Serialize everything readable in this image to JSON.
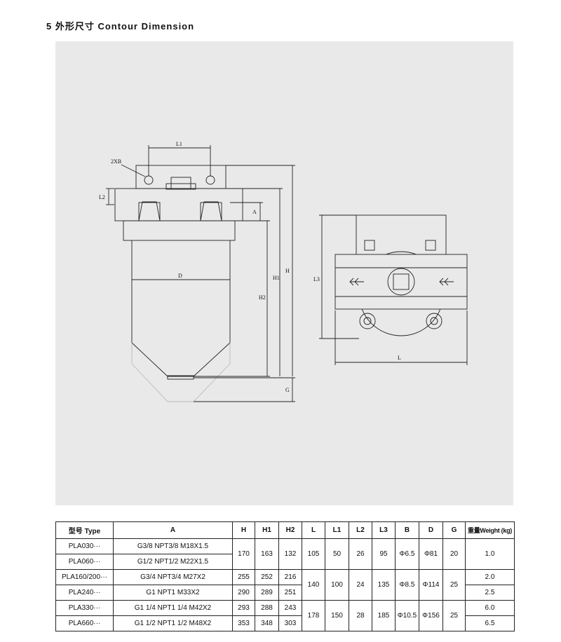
{
  "section_title": "5 外形尺寸 Contour Dimension",
  "drawing": {
    "front_labels": {
      "l1": "L1",
      "x2b": "2XB",
      "l2": "L2",
      "a": "A",
      "d": "D",
      "h2": "H2",
      "h1": "H1",
      "h": "H",
      "g": "G"
    },
    "side_labels": {
      "l3": "L3",
      "l": "L"
    }
  },
  "table": {
    "headers": [
      "型号 Type",
      "A",
      "H",
      "H1",
      "H2",
      "L",
      "L1",
      "L2",
      "L3",
      "B",
      "D",
      "G",
      "重量Weight (kg)"
    ],
    "types": [
      "PLA030···",
      "PLA060···",
      "PLA160/200···",
      "PLA240···",
      "PLA330···",
      "PLA660···"
    ],
    "a_values": [
      "G3/8  NPT3/8  M18X1.5",
      "G1/2  NPT1/2  M22X1.5",
      "G3/4  NPT3/4  M27X2",
      "G1    NPT1    M33X2",
      "G1 1/4  NPT1 1/4  M42X2",
      "G1 1/2  NPT1 1/2  M48X2"
    ],
    "h": [
      "170",
      "255",
      "290",
      "293",
      "353"
    ],
    "h1": [
      "163",
      "252",
      "289",
      "288",
      "348"
    ],
    "h2": [
      "132",
      "216",
      "251",
      "243",
      "303"
    ],
    "l": [
      "105",
      "140",
      "178"
    ],
    "l1": [
      "50",
      "100",
      "150"
    ],
    "l2": [
      "26",
      "24",
      "28"
    ],
    "l3": [
      "95",
      "135",
      "185"
    ],
    "b": [
      "Φ6.5",
      "Φ8.5",
      "Φ10.5"
    ],
    "d": [
      "Φ81",
      "Φ114",
      "Φ156"
    ],
    "g": [
      "20",
      "25",
      "25"
    ],
    "weight": [
      "1.0",
      "2.0",
      "2.5",
      "6.0",
      "6.5"
    ]
  }
}
